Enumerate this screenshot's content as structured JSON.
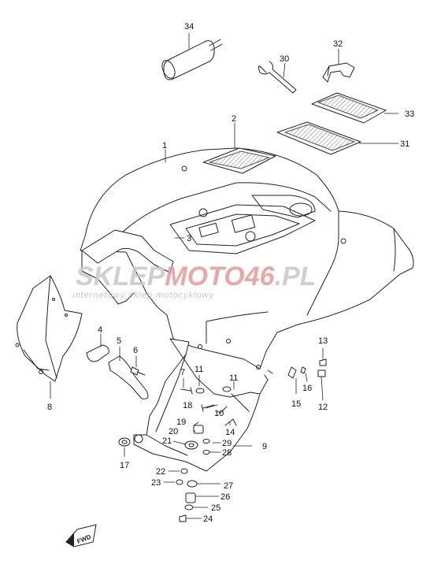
{
  "diagram": {
    "callouts": [
      {
        "id": "c1",
        "label": "1"
      },
      {
        "id": "c2",
        "label": "2"
      },
      {
        "id": "c3",
        "label": "3"
      },
      {
        "id": "c4",
        "label": "4"
      },
      {
        "id": "c5",
        "label": "5"
      },
      {
        "id": "c6",
        "label": "6"
      },
      {
        "id": "c7",
        "label": "7"
      },
      {
        "id": "c8",
        "label": "8"
      },
      {
        "id": "c9",
        "label": "9"
      },
      {
        "id": "c10",
        "label": "10"
      },
      {
        "id": "c11a",
        "label": "11"
      },
      {
        "id": "c11b",
        "label": "11"
      },
      {
        "id": "c12",
        "label": "12"
      },
      {
        "id": "c13",
        "label": "13"
      },
      {
        "id": "c14",
        "label": "14"
      },
      {
        "id": "c15",
        "label": "15"
      },
      {
        "id": "c16",
        "label": "16"
      },
      {
        "id": "c17",
        "label": "17"
      },
      {
        "id": "c18",
        "label": "18"
      },
      {
        "id": "c19",
        "label": "19"
      },
      {
        "id": "c20",
        "label": "20"
      },
      {
        "id": "c21",
        "label": "21"
      },
      {
        "id": "c22",
        "label": "22"
      },
      {
        "id": "c23",
        "label": "23"
      },
      {
        "id": "c24",
        "label": "24"
      },
      {
        "id": "c25",
        "label": "25"
      },
      {
        "id": "c26",
        "label": "26"
      },
      {
        "id": "c27",
        "label": "27"
      },
      {
        "id": "c28",
        "label": "28"
      },
      {
        "id": "c29",
        "label": "29"
      },
      {
        "id": "c30",
        "label": "30"
      },
      {
        "id": "c31",
        "label": "31"
      },
      {
        "id": "c32",
        "label": "32"
      },
      {
        "id": "c33",
        "label": "33"
      },
      {
        "id": "c34",
        "label": "34"
      }
    ],
    "fwd_label": "FWD"
  },
  "watermark": {
    "brand_part1": "SKLEP",
    "brand_part2": "MOTO",
    "brand_part3": "46",
    "brand_part4": ".PL",
    "tagline": "internetowy sklep motocyklowy",
    "colors": {
      "gray": "#c8c8c8",
      "red": "#e69a9a"
    }
  }
}
